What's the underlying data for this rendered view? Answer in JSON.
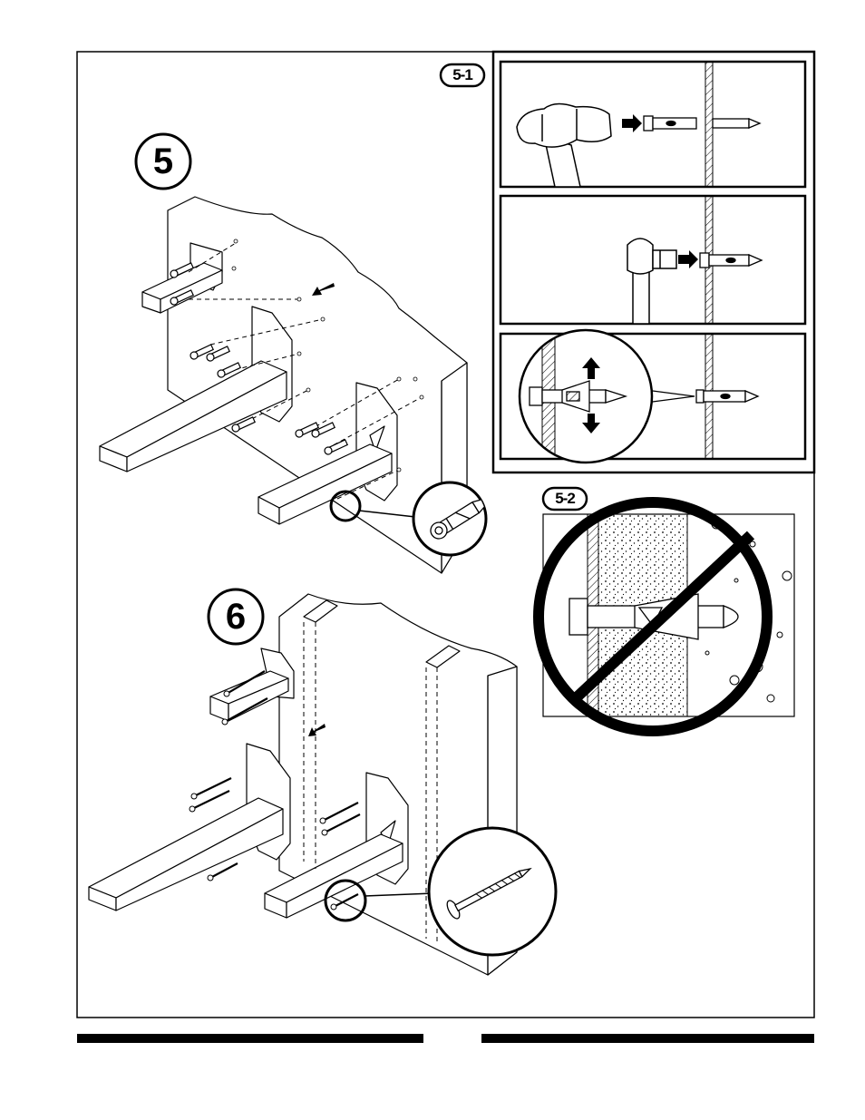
{
  "steps": {
    "step5": "5",
    "step5_1": "5-1",
    "step5_2": "5-2",
    "step6": "6"
  },
  "colors": {
    "ink": "#000000",
    "paper": "#ffffff",
    "hatch": "#555555"
  },
  "icons": {
    "hammer": "hammer-icon",
    "socket_wrench": "socket-wrench-icon",
    "anchor_bolt": "anchor-bolt-icon",
    "wood_screw": "wood-screw-icon",
    "prohibition": "prohibition-icon",
    "arrow": "arrow-icon"
  }
}
